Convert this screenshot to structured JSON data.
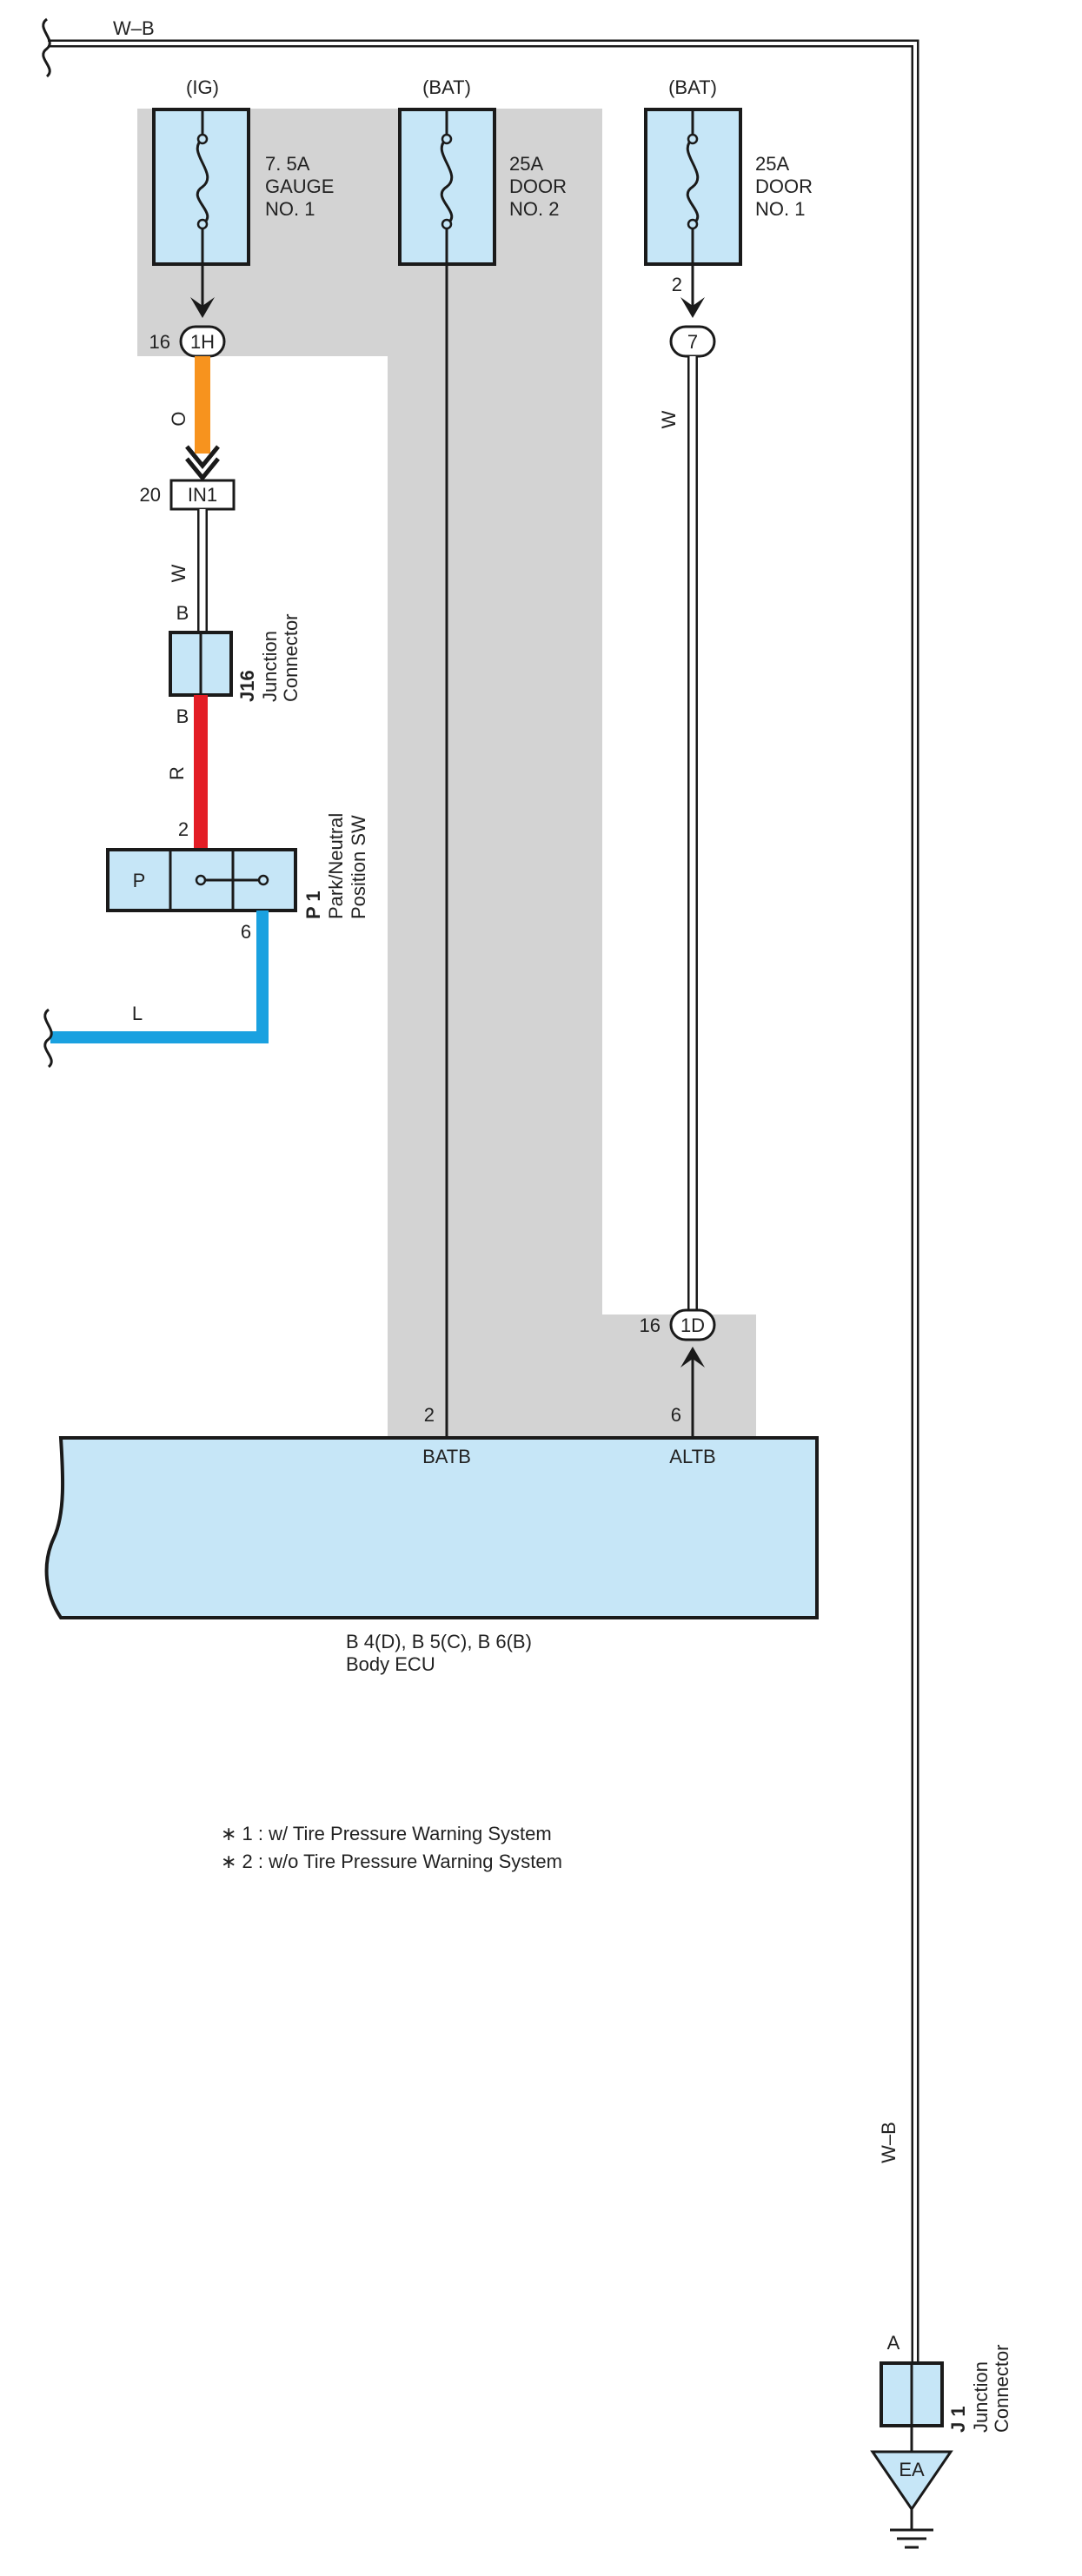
{
  "fuses": [
    {
      "source": "(IG)",
      "rating": "7. 5A",
      "name1": "GAUGE",
      "name2": "NO. 1"
    },
    {
      "source": "(BAT)",
      "rating": "25A",
      "name1": "DOOR",
      "name2": "NO. 2"
    },
    {
      "source": "(BAT)",
      "rating": "25A",
      "name1": "DOOR",
      "name2": "NO. 1"
    }
  ],
  "connectors": {
    "c1h": {
      "id": "1H",
      "pin": "16"
    },
    "c7": {
      "id": "7",
      "pin": "2"
    },
    "in1": {
      "id": "IN1",
      "pin": "20"
    },
    "c1d": {
      "id": "1D",
      "pin": "16"
    }
  },
  "wires": {
    "wb_top": "W–B",
    "orange": "O",
    "white1": "W",
    "red": "R",
    "blue": "L",
    "white2": "W",
    "wb_right": "W–B"
  },
  "j16": {
    "code": "J16",
    "line1": "Junction",
    "line2": "Connector",
    "pin_top": "B",
    "pin_bottom": "B"
  },
  "p1": {
    "code": "P 1",
    "line1": "Park/Neutral",
    "line2": "Position SW",
    "box_label": "P",
    "pin_in": "2",
    "pin_out": "6"
  },
  "ecu": {
    "pin_batb": "2",
    "label_batb": "BATB",
    "pin_altb": "6",
    "label_altb": "ALTB",
    "codes": "B 4(D), B 5(C), B 6(B)",
    "name": "Body ECU"
  },
  "notes": [
    "∗ 1 : w/ Tire Pressure Warning System",
    "∗ 2 : w/o Tire Pressure Warning System"
  ],
  "j1": {
    "code": "J 1",
    "line1": "Junction",
    "line2": "Connector",
    "pin": "A"
  },
  "ground": {
    "label": "EA"
  },
  "colors": {
    "fill_light_blue": "#c6e6f7",
    "shade_gray": "#d3d3d3",
    "wire_orange": "#f7931e",
    "wire_red": "#e31d25",
    "wire_blue": "#1aa1e0",
    "wire_black": "#1a1a1a"
  }
}
